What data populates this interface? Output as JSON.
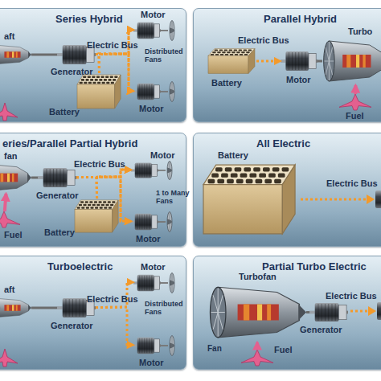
{
  "diagram": {
    "nodes": [
      {
        "text": [
          "Series Hybrid"
        ]
      },
      {
        "text": [
          "aft"
        ],
        "in": 0
      },
      {
        "text": [
          "Generator"
        ],
        "in": 0
      },
      {
        "text": [
          "Motor"
        ],
        "in": 0
      },
      {
        "text": [
          "Battery"
        ],
        "in": 0
      },
      {
        "text": [
          "Motor"
        ],
        "in": 0
      },
      {
        "text": [
          "Parallel Hybrid"
        ]
      },
      {
        "text": [
          "Battery"
        ],
        "in": 6
      },
      {
        "text": [
          "Motor"
        ],
        "in": 6
      },
      {
        "text": [
          "Turbo"
        ],
        "in": 6
      },
      {
        "text": [
          "Fuel"
        ],
        "in": 6
      },
      {
        "text": [
          "eries/Parallel Partial Hybrid"
        ]
      },
      {
        "text": [
          "fan"
        ],
        "in": 11
      },
      {
        "text": [
          "Generator"
        ],
        "in": 11
      },
      {
        "text": [
          "Motor"
        ],
        "in": 11
      },
      {
        "text": [
          "Battery"
        ],
        "in": 11
      },
      {
        "text": [
          "Motor"
        ],
        "in": 11
      },
      {
        "text": [
          "Fuel"
        ],
        "in": 11
      },
      {
        "text": [
          "All Electric"
        ]
      },
      {
        "text": [
          "Battery"
        ],
        "in": 18
      },
      {
        "text": [
          "Turboelectric"
        ]
      },
      {
        "text": [
          "aft"
        ],
        "in": 20
      },
      {
        "text": [
          "Generator"
        ],
        "in": 20
      },
      {
        "text": [
          "Motor"
        ],
        "in": 20
      },
      {
        "text": [
          "Motor"
        ],
        "in": 20
      },
      {
        "text": [
          "Partial Turbo Electric"
        ]
      },
      {
        "text": [
          "Turbofan"
        ],
        "in": 25
      },
      {
        "text": [
          "Generator"
        ],
        "in": 25
      },
      {
        "text": [
          "Fuel"
        ],
        "in": 25
      }
    ],
    "edges": [
      {
        "from": 1,
        "to": 2,
        "arrow": "none"
      },
      {
        "from": 2,
        "to": 3,
        "arrow": "to"
      },
      {
        "from": 2,
        "to": 5,
        "arrow": "to"
      },
      {
        "from": 4,
        "to": 3,
        "arrow": "to"
      },
      {
        "from": 4,
        "to": 5,
        "arrow": "to"
      },
      {
        "from": 7,
        "to": 8,
        "arrow": "to"
      },
      {
        "from": 8,
        "to": 9,
        "arrow": "none"
      },
      {
        "from": 10,
        "to": 9,
        "arrow": "to"
      },
      {
        "from": 12,
        "to": 13,
        "arrow": "none"
      },
      {
        "from": 13,
        "to": 14,
        "arrow": "to"
      },
      {
        "from": 13,
        "to": 16,
        "arrow": "to"
      },
      {
        "from": 15,
        "to": 14,
        "arrow": "to"
      },
      {
        "from": 15,
        "to": 16,
        "arrow": "to"
      },
      {
        "from": 17,
        "to": 12,
        "arrow": "to"
      },
      {
        "from": 21,
        "to": 22,
        "arrow": "none"
      },
      {
        "from": 22,
        "to": 23,
        "arrow": "to"
      },
      {
        "from": 22,
        "to": 24,
        "arrow": "to"
      },
      {
        "from": 26,
        "to": 27,
        "arrow": "none"
      },
      {
        "from": 28,
        "to": 26,
        "arrow": "to"
      }
    ],
    "labels": [
      "Electric Bus",
      "Distributed Fans",
      "Electric Bus",
      "Electric Bus",
      "1 to Many Fans",
      "Electric Bus",
      "Electric Bus",
      "Distributed Fans",
      "Fan",
      "Electric Bus"
    ]
  }
}
